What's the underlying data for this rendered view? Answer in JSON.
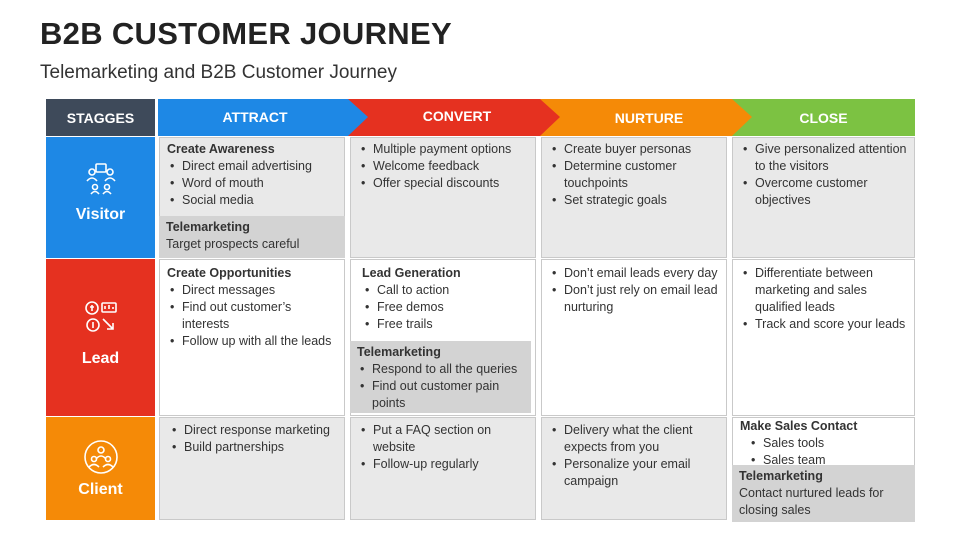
{
  "title": "B2B CUSTOMER JOURNEY",
  "subtitle": "Telemarketing and B2B Customer Journey",
  "stages_label": "STAGGES",
  "columns": [
    {
      "label": "ATTRACT",
      "color": "#1e88e5"
    },
    {
      "label": "CONVERT",
      "color": "#e53120"
    },
    {
      "label": "NURTURE",
      "color": "#f58a07"
    },
    {
      "label": "CLOSE",
      "color": "#7cc242"
    }
  ],
  "rows": [
    {
      "label": "Visitor",
      "color": "#1e88e5",
      "icon": "visitors-icon"
    },
    {
      "label": "Lead",
      "color": "#e53120",
      "icon": "lead-funnel-icon"
    },
    {
      "label": "Client",
      "color": "#f58a07",
      "icon": "client-group-icon"
    }
  ],
  "cells": {
    "visitor_attract": {
      "heading": "Create Awareness",
      "items": [
        "Direct email advertising",
        "Word of mouth",
        "Social media"
      ],
      "tele_heading": "Telemarketing",
      "tele_text": "Target prospects careful"
    },
    "visitor_convert": {
      "items": [
        "Multiple payment options",
        "Welcome feedback",
        "Offer special discounts"
      ]
    },
    "visitor_nurture": {
      "items": [
        "Create buyer personas",
        "Determine customer touchpoints",
        "Set strategic goals"
      ]
    },
    "visitor_close": {
      "items": [
        "Give personalized attention to the visitors",
        "Overcome customer objectives"
      ]
    },
    "lead_attract": {
      "heading": "Create Opportunities",
      "items": [
        "Direct messages",
        "Find out customer’s interests",
        "Follow up with all the leads"
      ]
    },
    "lead_convert": {
      "heading": "Lead Generation",
      "items": [
        "Call to action",
        "Free demos",
        "Free trails"
      ],
      "tele_heading": "Telemarketing",
      "tele_items": [
        "Respond to all the queries",
        "Find out customer pain points"
      ]
    },
    "lead_nurture": {
      "items": [
        "Don’t email leads every day",
        "Don’t just rely on email lead nurturing"
      ]
    },
    "lead_close": {
      "items": [
        "Differentiate between marketing and sales qualified leads",
        "Track and score your leads"
      ]
    },
    "client_attract": {
      "items": [
        "Direct response marketing",
        "Build partnerships"
      ]
    },
    "client_convert": {
      "items": [
        "Put a FAQ section on website",
        "Follow-up regularly"
      ]
    },
    "client_nurture": {
      "items": [
        "Delivery what the client expects from you",
        "Personalize your email campaign"
      ]
    },
    "client_close": {
      "heading": "Make Sales Contact",
      "items": [
        "Sales tools",
        "Sales team"
      ],
      "tele_heading": "Telemarketing",
      "tele_text": "Contact nurtured leads for closing sales"
    }
  }
}
